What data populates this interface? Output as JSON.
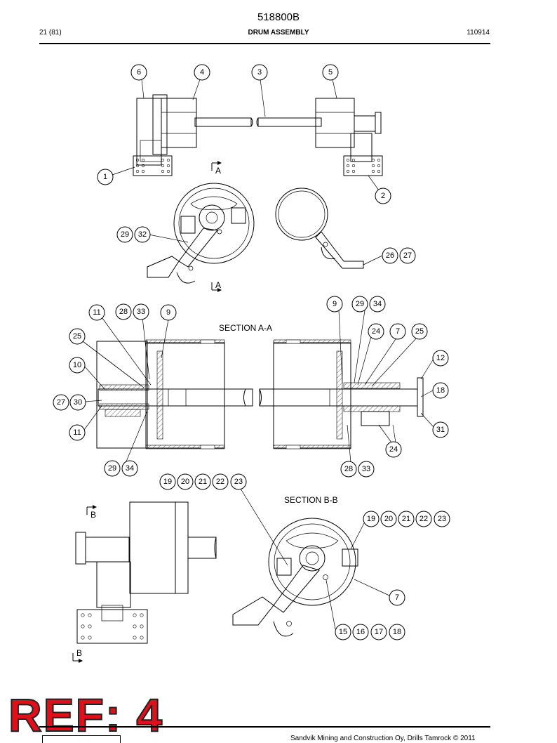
{
  "header": {
    "doc_number": "518800B",
    "page": "21 (81)",
    "title": "DRUM ASSEMBLY",
    "date_code": "110914"
  },
  "stamp": "REF: 4",
  "footer": {
    "copyright": "Sandvik Mining and Construction Oy, Drills Tamrock © 2011"
  },
  "section_labels": {
    "aa": "SECTION  A-A",
    "bb": "SECTION  B-B"
  },
  "view_markers": {
    "a_top": "A",
    "a_bottom": "A",
    "b_top": "B",
    "b_bottom": "B"
  },
  "callouts": {
    "c6": "6",
    "c4": "4",
    "c3": "3",
    "c5": "5",
    "c1": "1",
    "c2": "2",
    "c29a": "29",
    "c32": "32",
    "c26": "26",
    "c27a": "27",
    "c11a": "11",
    "c28a": "28",
    "c33a": "33",
    "c9a": "9",
    "c9b": "9",
    "c29b": "29",
    "c34a": "34",
    "c25a": "25",
    "c24a": "24",
    "c7a": "7",
    "c25b": "25",
    "c10": "10",
    "c12": "12",
    "c27b": "27",
    "c30": "30",
    "c18a": "18",
    "c11b": "11",
    "c31": "31",
    "c24b": "24",
    "c29c": "29",
    "c34b": "34",
    "c28b": "28",
    "c33b": "33",
    "c19a": "19",
    "c20a": "20",
    "c21a": "21",
    "c22a": "22",
    "c23a": "23",
    "c19b": "19",
    "c20b": "20",
    "c21b": "21",
    "c22b": "22",
    "c23b": "23",
    "c7b": "7",
    "c15": "15",
    "c16": "16",
    "c17": "17",
    "c18b": "18"
  }
}
